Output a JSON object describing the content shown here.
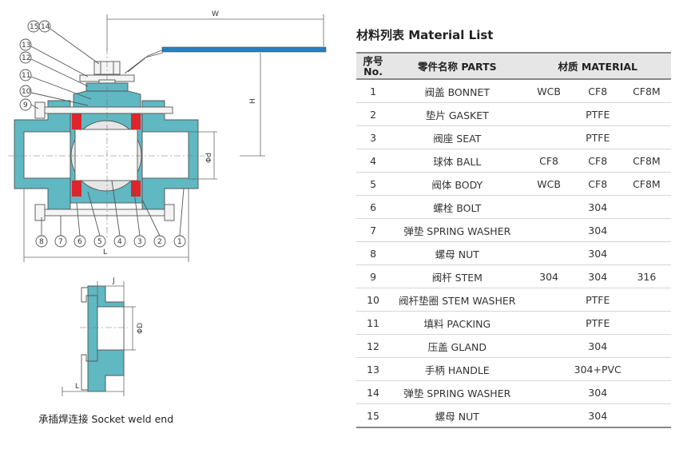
{
  "drawing": {
    "dimension_labels": {
      "w": "W",
      "h": "H",
      "d": "Φd",
      "l": "L",
      "j": "J",
      "big_d": "ΦD",
      "small_l": "L"
    },
    "callouts": [
      "15",
      "14",
      "13",
      "12",
      "11",
      "10",
      "9",
      "8",
      "7",
      "6",
      "5",
      "4",
      "3",
      "2",
      "1"
    ],
    "colors": {
      "body": "#5fb8c2",
      "seat": "#e0242b",
      "handle": "#2a7fc0",
      "ball": "#e6e6e6",
      "line": "#555555"
    },
    "caption": "承插焊连接 Socket weld end"
  },
  "material_list": {
    "title": "材料列表 Material List",
    "headers": {
      "no_line1": "序号",
      "no_line2": "No.",
      "parts": "零件名称 PARTS",
      "material": "材质 MATERIAL"
    },
    "rows": [
      {
        "no": "1",
        "part": "阀盖 BONNET",
        "m1": "WCB",
        "m2": "CF8",
        "m3": "CF8M"
      },
      {
        "no": "2",
        "part": "垫片 GASKET",
        "m1": "",
        "m2": "PTFE",
        "m3": ""
      },
      {
        "no": "3",
        "part": "阀座 SEAT",
        "m1": "",
        "m2": "PTFE",
        "m3": ""
      },
      {
        "no": "4",
        "part": "球体 BALL",
        "m1": "CF8",
        "m2": "CF8",
        "m3": "CF8M"
      },
      {
        "no": "5",
        "part": "阀体 BODY",
        "m1": "WCB",
        "m2": "CF8",
        "m3": "CF8M"
      },
      {
        "no": "6",
        "part": "螺栓 BOLT",
        "m1": "",
        "m2": "304",
        "m3": ""
      },
      {
        "no": "7",
        "part": "弹垫 SPRING WASHER",
        "m1": "",
        "m2": "304",
        "m3": ""
      },
      {
        "no": "8",
        "part": "螺母 NUT",
        "m1": "",
        "m2": "304",
        "m3": ""
      },
      {
        "no": "9",
        "part": "阀杆 STEM",
        "m1": "304",
        "m2": "304",
        "m3": "316"
      },
      {
        "no": "10",
        "part": "阀杆垫圈 STEM WASHER",
        "m1": "",
        "m2": "PTFE",
        "m3": ""
      },
      {
        "no": "11",
        "part": "填料 PACKING",
        "m1": "",
        "m2": "PTFE",
        "m3": ""
      },
      {
        "no": "12",
        "part": "压盖 GLAND",
        "m1": "",
        "m2": "304",
        "m3": ""
      },
      {
        "no": "13",
        "part": "手柄 HANDLE",
        "m1": "",
        "m2": "304+PVC",
        "m3": ""
      },
      {
        "no": "14",
        "part": "弹垫 SPRING WASHER",
        "m1": "",
        "m2": "304",
        "m3": ""
      },
      {
        "no": "15",
        "part": "螺母 NUT",
        "m1": "",
        "m2": "304",
        "m3": ""
      }
    ]
  }
}
